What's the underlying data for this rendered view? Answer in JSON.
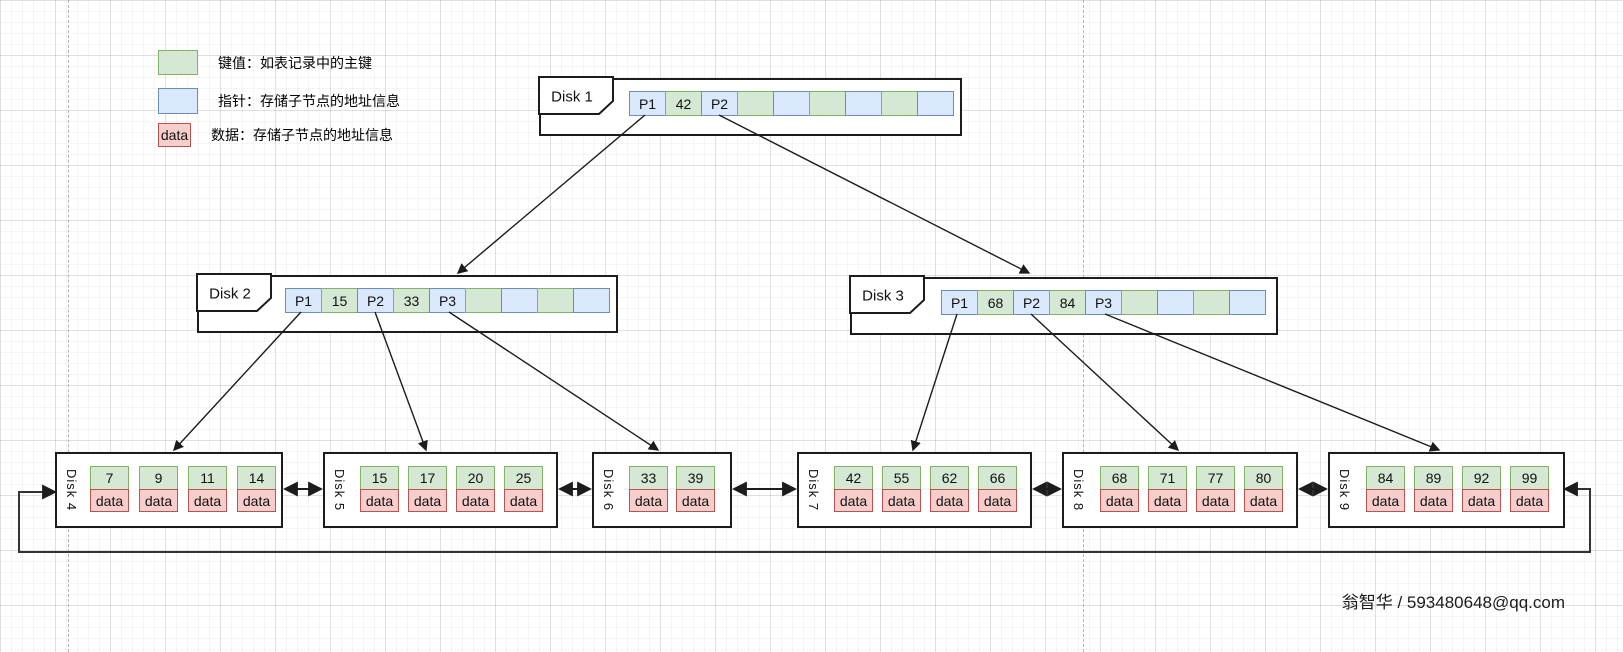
{
  "legend": {
    "items": [
      {
        "type": "key",
        "swatch_text": "",
        "label": "键值：如表记录中的主键"
      },
      {
        "type": "pointer",
        "swatch_text": "",
        "label": "指针：存储子节点的地址信息"
      },
      {
        "type": "data",
        "swatch_text": "data",
        "label": "数据：存储子节点的地址信息"
      }
    ]
  },
  "colors": {
    "key_fill": "#d5e8d4",
    "key_stroke": "#82b366",
    "pointer_fill": "#dae8fc",
    "pointer_stroke": "#6c8ebf",
    "data_fill": "#f8cecc",
    "data_stroke": "#b85450",
    "line": "#1c1c1c"
  },
  "internal_nodes": [
    {
      "id": "disk1",
      "label": "Disk 1",
      "cells": [
        {
          "type": "pointer",
          "text": "P1"
        },
        {
          "type": "key",
          "text": "42"
        },
        {
          "type": "pointer",
          "text": "P2"
        },
        {
          "type": "key",
          "text": ""
        },
        {
          "type": "pointer",
          "text": ""
        },
        {
          "type": "key",
          "text": ""
        },
        {
          "type": "pointer",
          "text": ""
        },
        {
          "type": "key",
          "text": ""
        },
        {
          "type": "pointer",
          "text": ""
        }
      ]
    },
    {
      "id": "disk2",
      "label": "Disk 2",
      "cells": [
        {
          "type": "pointer",
          "text": "P1"
        },
        {
          "type": "key",
          "text": "15"
        },
        {
          "type": "pointer",
          "text": "P2"
        },
        {
          "type": "key",
          "text": "33"
        },
        {
          "type": "pointer",
          "text": "P3"
        },
        {
          "type": "key",
          "text": ""
        },
        {
          "type": "pointer",
          "text": ""
        },
        {
          "type": "key",
          "text": ""
        },
        {
          "type": "pointer",
          "text": ""
        }
      ]
    },
    {
      "id": "disk3",
      "label": "Disk 3",
      "cells": [
        {
          "type": "pointer",
          "text": "P1"
        },
        {
          "type": "key",
          "text": "68"
        },
        {
          "type": "pointer",
          "text": "P2"
        },
        {
          "type": "key",
          "text": "84"
        },
        {
          "type": "pointer",
          "text": "P3"
        },
        {
          "type": "key",
          "text": ""
        },
        {
          "type": "pointer",
          "text": ""
        },
        {
          "type": "key",
          "text": ""
        },
        {
          "type": "pointer",
          "text": ""
        }
      ]
    }
  ],
  "leaf_nodes": [
    {
      "id": "disk4",
      "label": "Disk 4",
      "entries": [
        {
          "key": "7",
          "value": "data"
        },
        {
          "key": "9",
          "value": "data"
        },
        {
          "key": "11",
          "value": "data"
        },
        {
          "key": "14",
          "value": "data"
        }
      ]
    },
    {
      "id": "disk5",
      "label": "Disk 5",
      "entries": [
        {
          "key": "15",
          "value": "data"
        },
        {
          "key": "17",
          "value": "data"
        },
        {
          "key": "20",
          "value": "data"
        },
        {
          "key": "25",
          "value": "data"
        }
      ]
    },
    {
      "id": "disk6",
      "label": "Disk 6",
      "entries": [
        {
          "key": "33",
          "value": "data"
        },
        {
          "key": "39",
          "value": "data"
        }
      ]
    },
    {
      "id": "disk7",
      "label": "Disk 7",
      "entries": [
        {
          "key": "42",
          "value": "data"
        },
        {
          "key": "55",
          "value": "data"
        },
        {
          "key": "62",
          "value": "data"
        },
        {
          "key": "66",
          "value": "data"
        }
      ]
    },
    {
      "id": "disk8",
      "label": "Disk 8",
      "entries": [
        {
          "key": "68",
          "value": "data"
        },
        {
          "key": "71",
          "value": "data"
        },
        {
          "key": "77",
          "value": "data"
        },
        {
          "key": "80",
          "value": "data"
        }
      ]
    },
    {
      "id": "disk9",
      "label": "Disk 9",
      "entries": [
        {
          "key": "84",
          "value": "data"
        },
        {
          "key": "89",
          "value": "data"
        },
        {
          "key": "92",
          "value": "data"
        },
        {
          "key": "99",
          "value": "data"
        }
      ]
    }
  ],
  "signature": "翁智华 / 593480648@qq.com"
}
